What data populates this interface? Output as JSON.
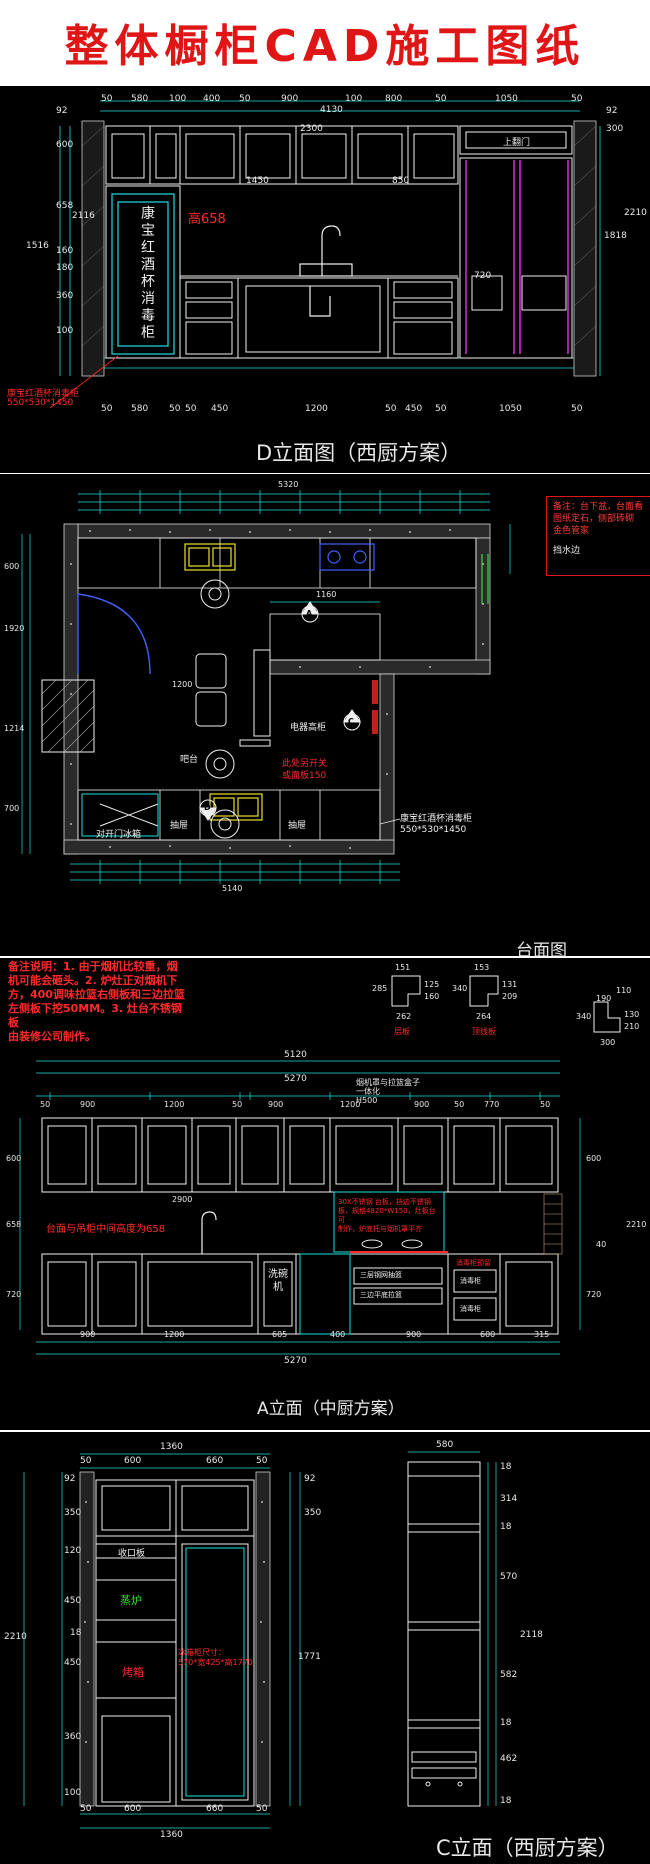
{
  "banner": {
    "title": "整体橱柜CAD施工图纸"
  },
  "panel1": {
    "caption": "D立面图（西厨方案）",
    "top_dims": [
      "50",
      "580",
      "100",
      "400",
      "50",
      "900",
      "100",
      "800",
      "50",
      "1050",
      "50"
    ],
    "total_top": "4130",
    "inner_top": "2300",
    "upper_right_label": "上翻门",
    "left_dims": [
      "92",
      "600",
      "658",
      "1516",
      "160",
      "180",
      "360",
      "100"
    ],
    "left_total": "2116",
    "right_dims": [
      "92",
      "300",
      "2210",
      "1818"
    ],
    "mid_dims": [
      "1450",
      "850"
    ],
    "vertical_text": [
      "康",
      "宝",
      "红",
      "酒",
      "杯",
      "消",
      "毒",
      "柜"
    ],
    "height_note": "高658",
    "appliance_note": "康宝红酒杯消毒柜",
    "appliance_size": "550*530*1450",
    "fridge_dim": "720",
    "bottom_dims": [
      "50",
      "580",
      "50",
      "50",
      "450",
      "1200",
      "50",
      "450",
      "50",
      "1050",
      "50"
    ]
  },
  "panel2": {
    "caption": "台面图",
    "note_box": [
      "备注：台下盆，台面看",
      "图纸定石，侧部砖砌",
      "金色管家"
    ],
    "note_box_tail": "挡水边",
    "total_top": "5320",
    "dim_1160": "1160",
    "dim_1200": "1200",
    "label_A": "A",
    "label_C": "C",
    "label_D": "D",
    "label_fridge": "对开门冰箱",
    "label_drawer1": "抽屉",
    "label_drawer2": "抽屉",
    "label_bar": "吧台",
    "label_tall": "电器高柜",
    "red_note": [
      "此处另开关",
      "或面板150"
    ],
    "appliance_note": "康宝红酒杯消毒柜",
    "appliance_size": "550*530*1450",
    "bottom_total": "5140",
    "left_dims": [
      "600",
      "1920",
      "1214",
      "700"
    ]
  },
  "panel3": {
    "caption": "A立面（中厨方案）",
    "red_notes": [
      "备注说明：1. 由于烟机比较重，烟",
      "机可能会砸头。2. 炉灶正对烟机下",
      "方，400调味拉篮右侧板和三边拉篮",
      "左侧板下挖50MM。3. 灶台不锈钢板",
      "由装修公司制作。"
    ],
    "profile1": {
      "label": "层板",
      "dims": [
        "151",
        "285",
        "125",
        "160",
        "262"
      ]
    },
    "profile2": {
      "label": "顶线板",
      "dims": [
        "153",
        "340",
        "131",
        "209",
        "264"
      ]
    },
    "profile3": {
      "dims": [
        "110",
        "190",
        "340",
        "130",
        "210",
        "300"
      ]
    },
    "total_top1": "5120",
    "total_top2": "5270",
    "hood_note": [
      "烟机罩与拉篮盒子",
      "一体化",
      "H500"
    ],
    "top_dims": [
      "50",
      "900",
      "1200",
      "50",
      "900",
      "1200",
      "900",
      "50",
      "770",
      "50"
    ],
    "left_dims": [
      "600",
      "658",
      "720"
    ],
    "right_dims": [
      "600",
      "2210",
      "40",
      "720"
    ],
    "mid_note": "台面与吊柜中间高度为658",
    "dim_2900": "2900",
    "steel_note": [
      "30X不锈钢 台板，挡边不锈钢",
      "板，规格4820*W150，灶板台可",
      "制作，炉底托与烟机罩平齐"
    ],
    "dishwasher": "洗碗机",
    "drawer1": "三层钢网抽篮",
    "drawer2": "三边平底拉篮",
    "sterilizer_note": "消毒柜预留",
    "sterilizer1": "消毒柜",
    "sterilizer2": "消毒柜",
    "bottom_dims": [
      "900",
      "1200",
      "605",
      "400",
      "900",
      "600",
      "315"
    ],
    "bottom_total": "5270"
  },
  "panel4": {
    "caption": "C立面（西厨方案）",
    "top_total": "1360",
    "top_dims": [
      "50",
      "600",
      "660",
      "50"
    ],
    "left_dims": [
      "92",
      "350",
      "120",
      "450",
      "18",
      "450",
      "360",
      "100"
    ],
    "left_total": "2210",
    "right_dims": [
      "92",
      "350",
      "1771"
    ],
    "label_tray": "收口板",
    "label_oven1": "蒸炉",
    "label_oven2": "烤箱",
    "fridge_note": [
      "冰箱柜尺寸：",
      "570*宽425*高1770"
    ],
    "side_width": "580",
    "side_dims": [
      "18",
      "314",
      "18",
      "570",
      "582",
      "18",
      "462",
      "18"
    ],
    "side_total": "2118",
    "bottom_dims": [
      "50",
      "600",
      "660",
      "50"
    ],
    "bottom_total": "1360"
  },
  "colors": {
    "cyan": "#1ee0e0",
    "white": "#f0f0f0",
    "red": "#ff2a2a",
    "magenta": "#e02bd8",
    "yellow": "#e8e030",
    "green": "#2fe02f",
    "bg": "#000000"
  }
}
